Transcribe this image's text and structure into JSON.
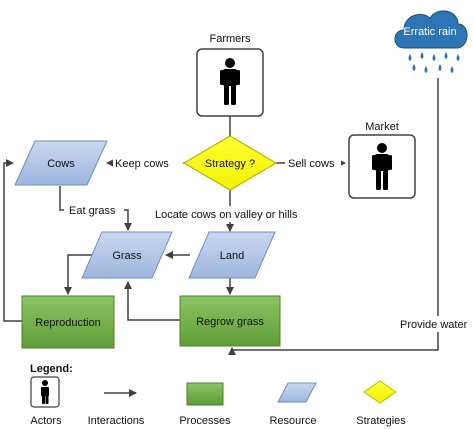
{
  "actors": {
    "farmers": "Farmers",
    "market": "Market"
  },
  "cloud": {
    "label": "Erratic rain"
  },
  "strategy": {
    "label": "Strategy ?"
  },
  "resources": {
    "cows": "Cows",
    "grass": "Grass",
    "land": "Land"
  },
  "processes": {
    "reproduction": "Reproduction",
    "regrow": "Regrow grass"
  },
  "edges": {
    "keep_cows": "Keep cows",
    "sell_cows": "Sell cows",
    "eat_grass": "Eat grass",
    "locate": "Locate cows on valley or hills",
    "provide_water": "Provide water"
  },
  "legend": {
    "title": "Legend:",
    "actors": "Actors",
    "interactions": "Interactions",
    "processes": "Processes",
    "resource": "Resource",
    "strategies": "Strategies"
  },
  "colors": {
    "resource_fill": "#b4c7e7",
    "resource_stroke": "#6f8fbf",
    "process_fill": "#70ad47",
    "process_stroke": "#507e32",
    "strategy_fill": "#ffff00",
    "strategy_stroke": "#b7b700",
    "cloud_fill": "#2e75b6",
    "arrow": "#404040"
  }
}
